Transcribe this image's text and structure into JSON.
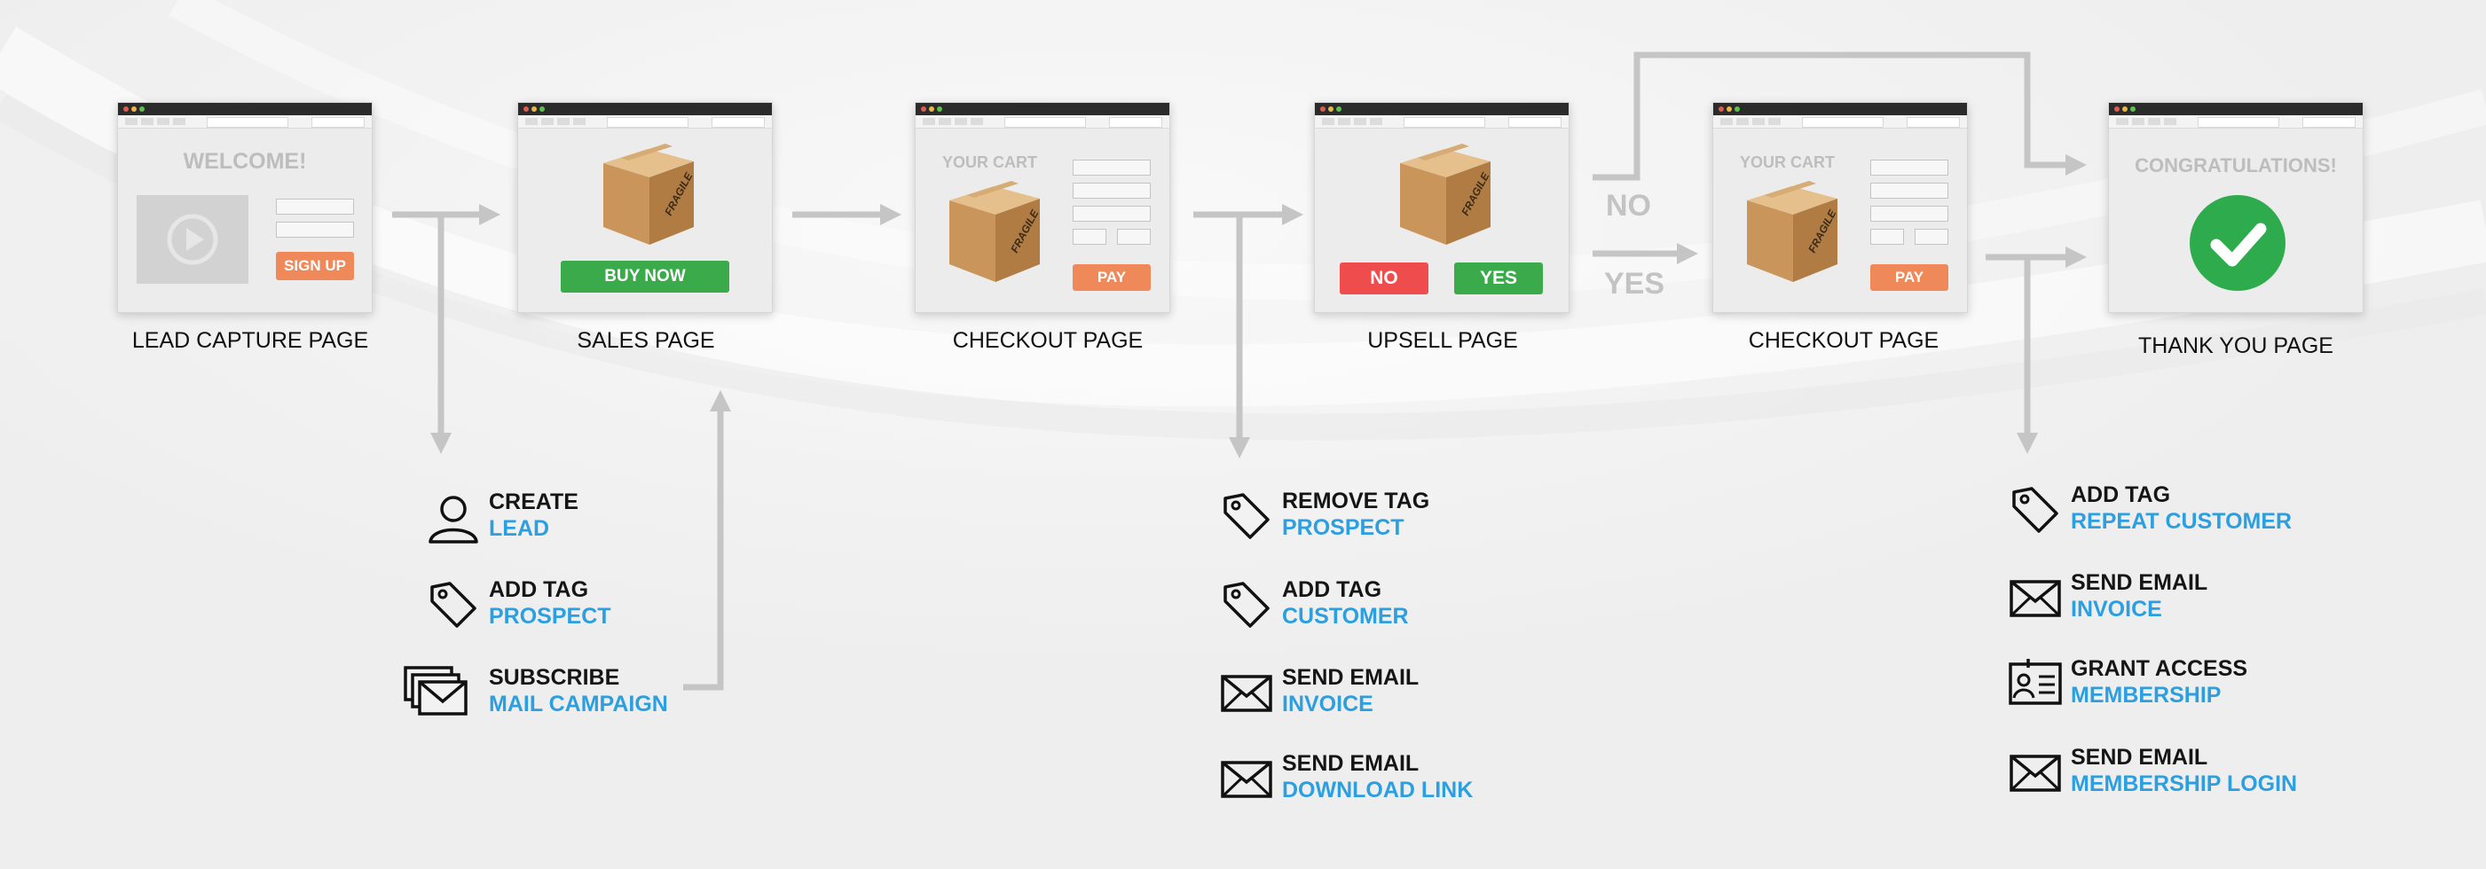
{
  "colors": {
    "arrow": "#c5c5c5",
    "accent_blue": "#2b9fe0",
    "buy_green": "#3aaa4a",
    "no_red": "#ef4d4d",
    "pay_orange": "#f0895a"
  },
  "pages": {
    "lead": {
      "heading": "WELCOME!",
      "button": "SIGN UP",
      "label": "LEAD CAPTURE PAGE"
    },
    "sales": {
      "button": "BUY NOW",
      "label": "SALES PAGE"
    },
    "checkout1": {
      "heading": "YOUR CART",
      "button": "PAY",
      "label": "CHECKOUT PAGE"
    },
    "upsell": {
      "no_button": "NO",
      "yes_button": "YES",
      "label": "UPSELL PAGE"
    },
    "checkout2": {
      "heading": "YOUR CART",
      "button": "PAY",
      "label": "CHECKOUT PAGE"
    },
    "thankyou": {
      "heading": "CONGRATULATIONS!",
      "label": "THANK YOU PAGE"
    }
  },
  "fork": {
    "no": "NO",
    "yes": "YES"
  },
  "box_label": "FRAGILE",
  "actions": {
    "lead": [
      {
        "icon": "user-icon",
        "title": "CREATE",
        "detail": "LEAD"
      },
      {
        "icon": "tag-icon",
        "title": "ADD TAG",
        "detail": "PROSPECT"
      },
      {
        "icon": "mail-stack-icon",
        "title": "SUBSCRIBE",
        "detail": "MAIL CAMPAIGN"
      }
    ],
    "checkout": [
      {
        "icon": "tag-icon",
        "title": "REMOVE TAG",
        "detail": "PROSPECT"
      },
      {
        "icon": "tag-icon",
        "title": "ADD TAG",
        "detail": "CUSTOMER"
      },
      {
        "icon": "envelope-icon",
        "title": "SEND EMAIL",
        "detail": "INVOICE"
      },
      {
        "icon": "envelope-icon",
        "title": "SEND EMAIL",
        "detail": "DOWNLOAD LINK"
      }
    ],
    "repeat": [
      {
        "icon": "tag-icon",
        "title": "ADD TAG",
        "detail": "REPEAT CUSTOMER"
      },
      {
        "icon": "envelope-icon",
        "title": "SEND EMAIL",
        "detail": "INVOICE"
      },
      {
        "icon": "id-card-icon",
        "title": "GRANT ACCESS",
        "detail": "MEMBERSHIP"
      },
      {
        "icon": "envelope-icon",
        "title": "SEND EMAIL",
        "detail": "MEMBERSHIP LOGIN"
      }
    ]
  }
}
